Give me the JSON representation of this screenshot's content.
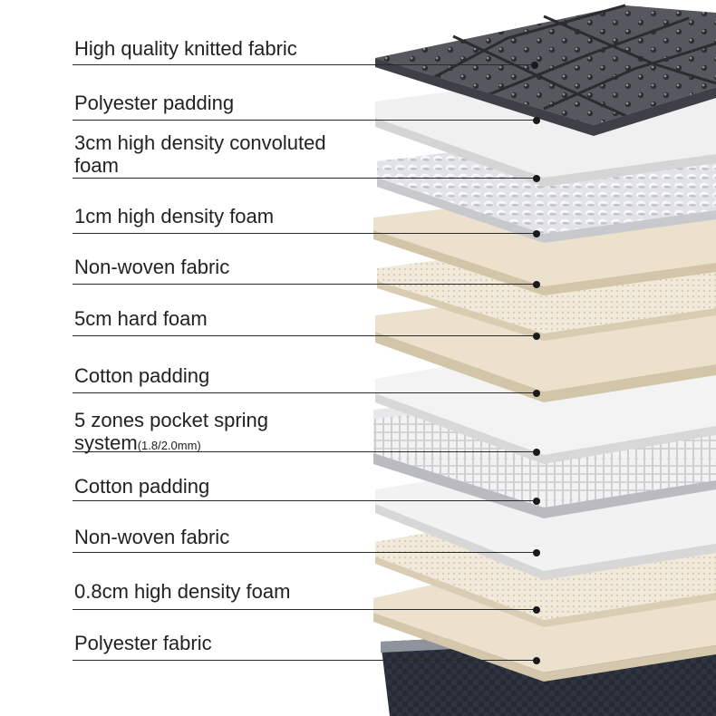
{
  "layers": [
    {
      "label": "High quality knitted fabric",
      "material": "knit",
      "color": "#55585e"
    },
    {
      "label": "Polyester padding",
      "material": "padding",
      "color": "#efefef"
    },
    {
      "label": "3cm high density convoluted",
      "label2": "foam",
      "material": "convoluted",
      "color": "#e6e6e8"
    },
    {
      "label": "1cm high density foam",
      "material": "foam",
      "color": "#ece3d0"
    },
    {
      "label": "Non-woven fabric",
      "material": "nonwoven",
      "color": "#efe6d6"
    },
    {
      "label": "5cm hard foam",
      "material": "foam",
      "color": "#ece3d0"
    },
    {
      "label": "Cotton padding",
      "material": "padding",
      "color": "#f1f1f1"
    },
    {
      "label": "5 zones pocket spring",
      "label2": "system",
      "label2_small": "(1.8/2.0mm)",
      "material": "springs",
      "color": "#dcdcdc"
    },
    {
      "label": "Cotton padding",
      "material": "padding",
      "color": "#f1f1f1"
    },
    {
      "label": "Non-woven fabric",
      "material": "nonwoven",
      "color": "#efe6d6"
    },
    {
      "label": "0.8cm high density foam",
      "material": "foam",
      "color": "#ece3d0"
    },
    {
      "label": "Polyester fabric",
      "material": "base",
      "color": "#2b2f3a"
    }
  ]
}
